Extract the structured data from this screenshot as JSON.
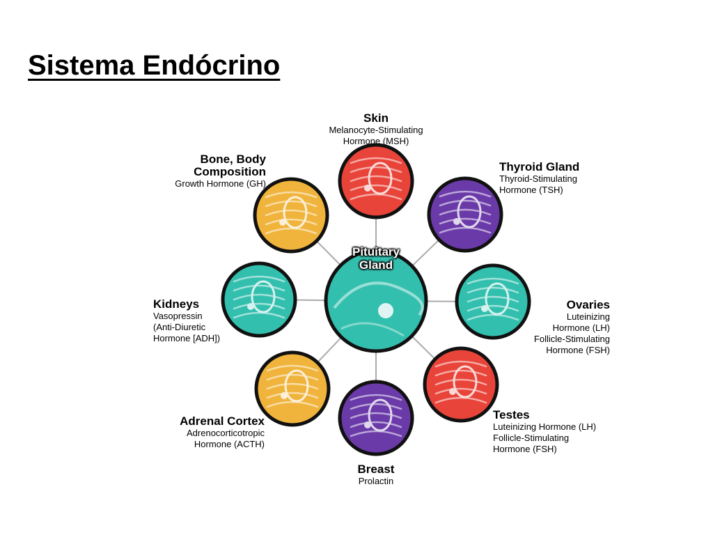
{
  "title": "Sistema Endócrino",
  "center": {
    "label": "Pituitary\nGland",
    "color": "#33bfae"
  },
  "organs": [
    {
      "id": "skin",
      "name": "Skin",
      "hormone": "Melanocyte-Stimulating\nHormone (MSH)",
      "color": "#e8443a",
      "icon": "skin-texture-icon"
    },
    {
      "id": "thyroid",
      "name": "Thyroid Gland",
      "hormone": "Thyroid-Stimulating\nHormone (TSH)",
      "color": "#6a3aa8",
      "icon": "thyroid-icon"
    },
    {
      "id": "ovaries",
      "name": "Ovaries",
      "hormone": "Luteinizing\nHormone (LH)\nFollicle-Stimulating\nHormone (FSH)",
      "color": "#33bfae",
      "icon": "ovary-icon"
    },
    {
      "id": "testes",
      "name": "Testes",
      "hormone": "Luteinizing Hormone (LH)\nFollicle-Stimulating\nHormone (FSH)",
      "color": "#e8443a",
      "icon": "testis-icon"
    },
    {
      "id": "breast",
      "name": "Breast",
      "hormone": "Prolactin",
      "color": "#6a3aa8",
      "icon": "breast-icon"
    },
    {
      "id": "adrenal",
      "name": "Adrenal Cortex",
      "hormone": "Adrenocorticotropic\nHormone (ACTH)",
      "color": "#f0b43c",
      "icon": "adrenal-icon"
    },
    {
      "id": "kidneys",
      "name": "Kidneys",
      "hormone": "Vasopressin\n(Anti-Diuretic\nHormone [ADH])",
      "color": "#33bfae",
      "icon": "kidney-icon"
    },
    {
      "id": "bone",
      "name": "Bone, Body\nComposition",
      "hormone": "Growth Hormone (GH)",
      "color": "#f0b43c",
      "icon": "bone-icon"
    }
  ]
}
